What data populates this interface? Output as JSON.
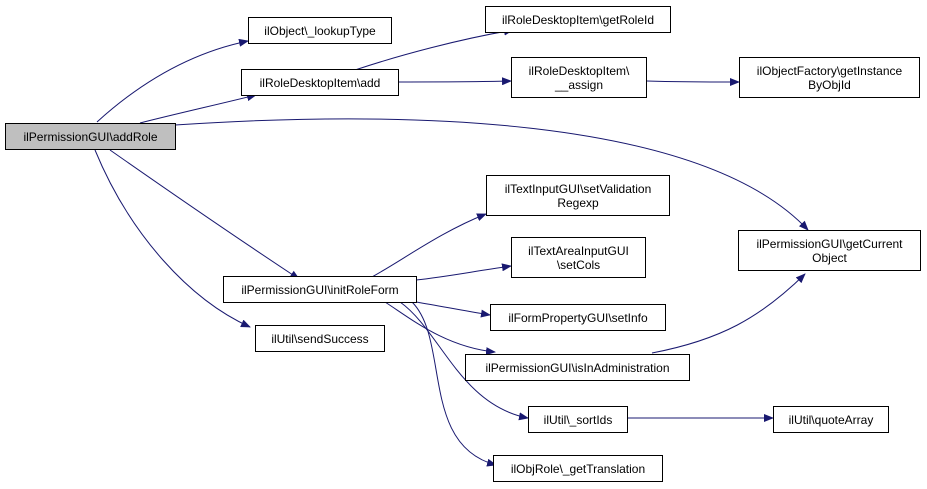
{
  "graph": {
    "edge_color": "#191970",
    "root_fill": "#bfbfbf",
    "nodes": {
      "add_role": {
        "lines": [
          "ilPermissionGUI\\addRole"
        ]
      },
      "lookup_type": {
        "lines": [
          "ilObject\\_lookupType"
        ]
      },
      "role_desktop_add": {
        "lines": [
          "ilRoleDesktopItem\\add"
        ]
      },
      "get_role_id": {
        "lines": [
          "ilRoleDesktopItem\\getRoleId"
        ]
      },
      "assign": {
        "lines": [
          "ilRoleDesktopItem\\",
          "__assign"
        ]
      },
      "get_instance": {
        "lines": [
          "ilObjectFactory\\getInstance",
          "ByObjId"
        ]
      },
      "get_current_object": {
        "lines": [
          "ilPermissionGUI\\getCurrent",
          "Object"
        ]
      },
      "set_validation": {
        "lines": [
          "ilTextInputGUI\\setValidation",
          "Regexp"
        ]
      },
      "set_cols": {
        "lines": [
          "ilTextAreaInputGUI",
          "\\setCols"
        ]
      },
      "init_role_form": {
        "lines": [
          "ilPermissionGUI\\initRoleForm"
        ]
      },
      "set_info": {
        "lines": [
          "ilFormPropertyGUI\\setInfo"
        ]
      },
      "send_success": {
        "lines": [
          "ilUtil\\sendSuccess"
        ]
      },
      "is_in_admin": {
        "lines": [
          "ilPermissionGUI\\isInAdministration"
        ]
      },
      "sort_ids": {
        "lines": [
          "ilUtil\\_sortIds"
        ]
      },
      "quote_array": {
        "lines": [
          "ilUtil\\quoteArray"
        ]
      },
      "get_translation": {
        "lines": [
          "ilObjRole\\_getTranslation"
        ]
      }
    }
  }
}
